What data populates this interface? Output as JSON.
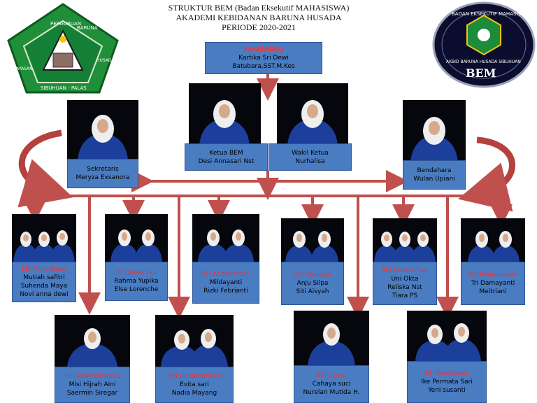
{
  "header": {
    "line1": "STRUKTUR BEM (Badan Eksekutif MAHASISWA)",
    "line2": "AKADEMI KEBIDANAN BARUNA HUSADA",
    "line3": "PERIODE 2020-2021"
  },
  "logos": {
    "left": {
      "top": "PERGURUAN",
      "right": "BARUNA",
      "side_left": "YAYASAN",
      "side_right": "HUSADA",
      "bottom": "SIBUHUAN - PALAS"
    },
    "right": {
      "top": "BADAN EKSEKUTIF MAHASISWA",
      "middle": "AKBID BARUNA HUSADA SIBUHUAN",
      "big": "BEM"
    }
  },
  "pembimbing": {
    "label": "Pembimbing",
    "names": [
      "Kartika Sri Dewi",
      "Batubara,SST.M.Kes"
    ]
  },
  "leaders": {
    "ketua": {
      "names": [
        "Ketua BEM",
        "Desi Annasari Nst"
      ]
    },
    "wakil": {
      "names": [
        "Wakil Ketua",
        "Nurhalisa"
      ]
    },
    "sekretaris": {
      "names": [
        "Sekretaris",
        "Meryza Exsanora"
      ]
    },
    "bendahara": {
      "names": [
        "Bendahara",
        "Wulan Upiani"
      ]
    }
  },
  "divisions_row1": [
    {
      "label": "SEI Pendidikan",
      "names": [
        "Mutiah safitri",
        "Suhenda Maya",
        "Novi anna dewi"
      ]
    },
    {
      "label": "SEI Kesenian",
      "names": [
        "Rahma Yupika",
        "Else Lorenche"
      ]
    },
    {
      "label": "SEI Keagamaan",
      "names": [
        "Mildayanti",
        "Rizki Febrianti"
      ]
    },
    {
      "label": "SEI  Olaraga",
      "names": [
        "Anju Silpa",
        "Siti Aisyah"
      ]
    },
    {
      "label": "SEI Kebersihan",
      "names": [
        "Uni Okta",
        "Reliska Nst",
        "Tiara PS"
      ]
    },
    {
      "label": "SEI Kedisiplinan",
      "names": [
        "Tri Damayanti",
        "Meitriani"
      ]
    }
  ],
  "divisions_row2": [
    {
      "label": "SEI Kewirausahaa",
      "names": [
        "Misi Hijrah Aini",
        "Saermin Siregar"
      ]
    },
    {
      "label": "SEI Dokumentasi",
      "names": [
        "Evita sari",
        "Nadia Mayang"
      ]
    },
    {
      "label": "SEI Acara",
      "names": [
        "Cahaya suci",
        "Nurelan Mutida H."
      ]
    },
    {
      "label": "SEI Kesehatan",
      "names": [
        "Ike Permata Sari",
        "Yeni susanti"
      ]
    }
  ],
  "colors": {
    "box_fill": "#4a7cc2",
    "box_border": "#2f5496",
    "label_red": "#ff2b2b",
    "connector": "#c0504d",
    "photo_bg": "#05070d",
    "uniform": "#1c3f9c"
  },
  "icons": {
    "connector_arrow": "arrow-down",
    "curved_arrow": "curved-arrow"
  }
}
